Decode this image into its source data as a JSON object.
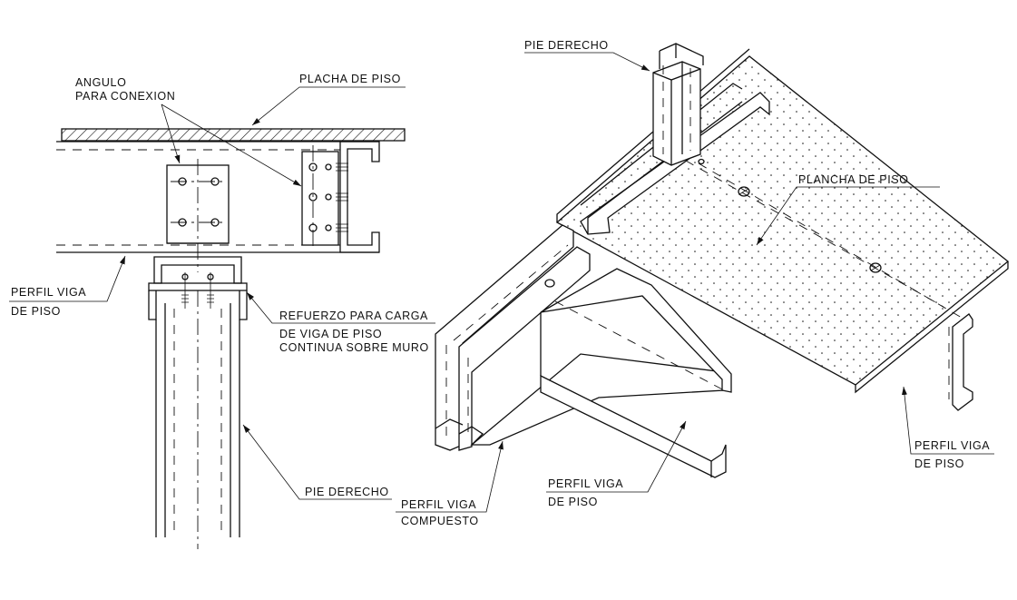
{
  "labels": {
    "angulo_line1": "ANGULO",
    "angulo_line2": "PARA CONEXION",
    "placha_de_piso": "PLACHA DE PISO",
    "perfil_viga_left_1": "PERFIL VIGA",
    "perfil_viga_left_2": "DE PISO",
    "refuerzo_1": "REFUERZO PARA CARGA",
    "refuerzo_2": "DE VIGA DE PISO",
    "refuerzo_3": "CONTINUA SOBRE MURO",
    "pie_derecho_left": "PIE DERECHO",
    "perfil_viga_compuesto_1": "PERFIL VIGA",
    "perfil_viga_compuesto_2": "COMPUESTO",
    "pie_derecho_top": "PIE DERECHO",
    "plancha_de_piso": "PLANCHA DE PISO",
    "perfil_viga_mid_1": "PERFIL VIGA",
    "perfil_viga_mid_2": "DE PISO",
    "perfil_viga_right_1": "PERFIL VIGA",
    "perfil_viga_right_2": "DE PISO"
  },
  "colors": {
    "line": "#111111",
    "background": "#ffffff"
  }
}
